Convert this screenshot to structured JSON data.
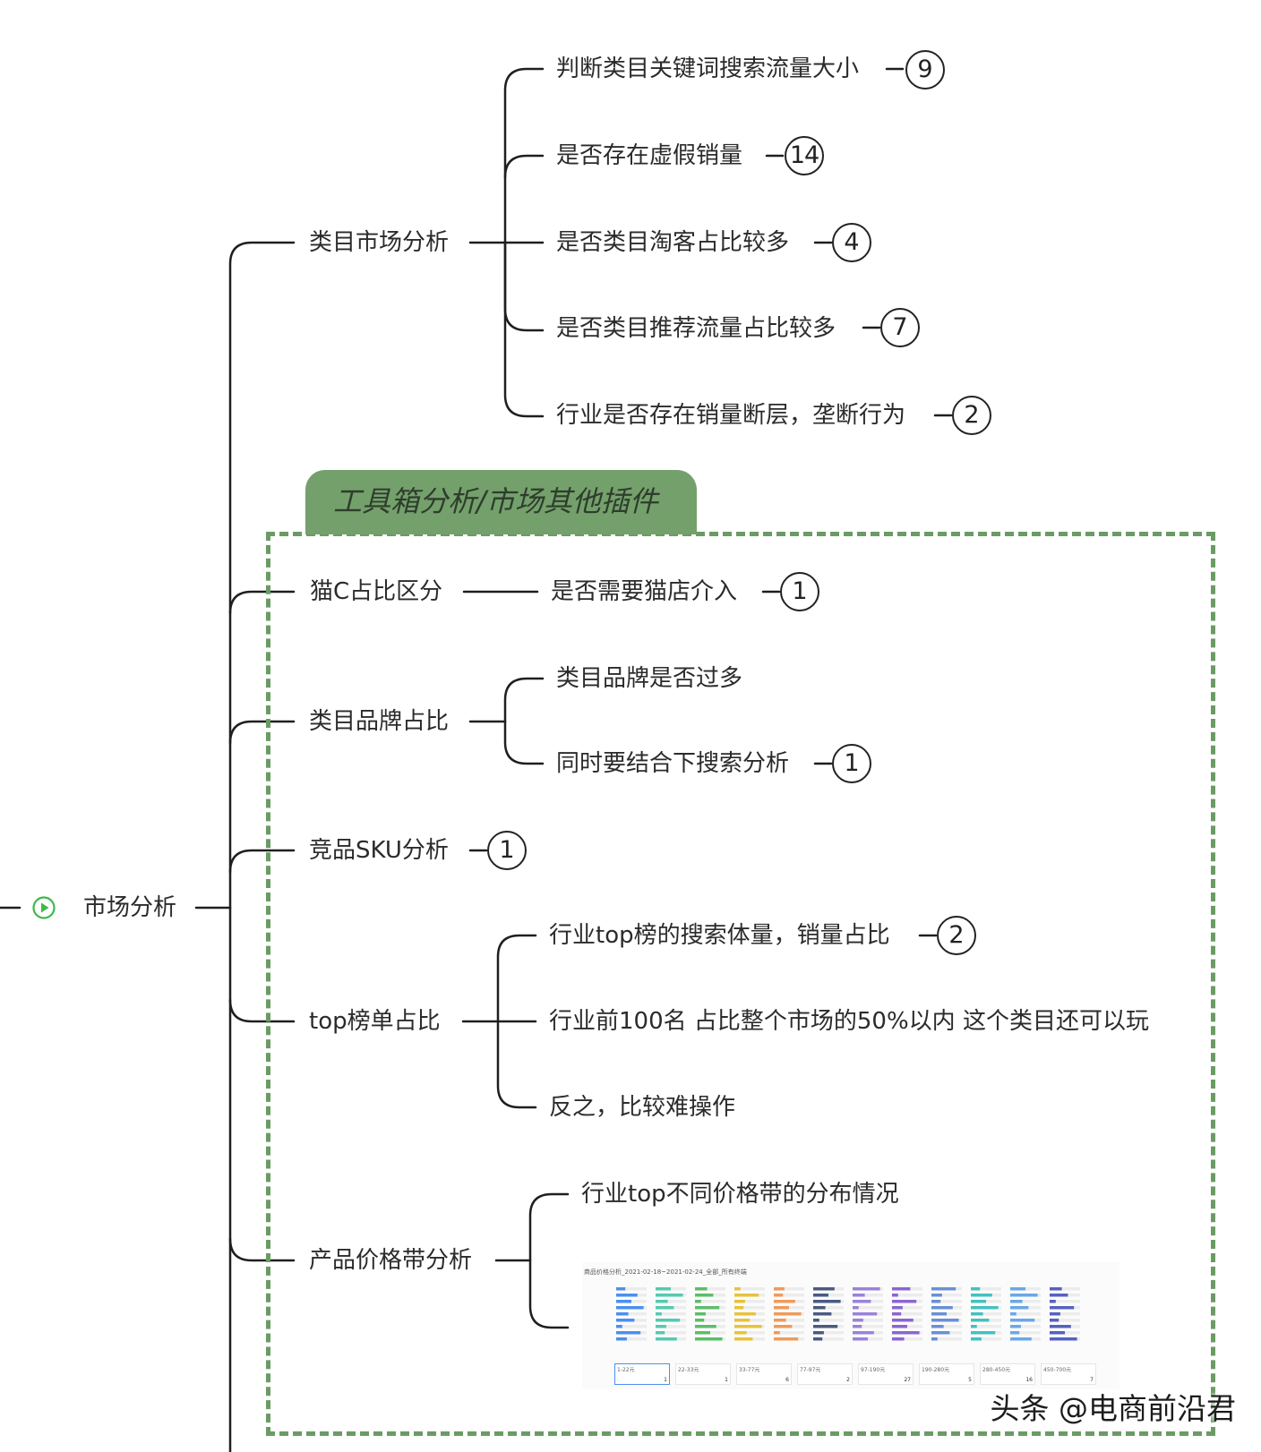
{
  "root": {
    "label": "市场分析",
    "icon": "play-circle-icon",
    "icon_color": "#3dba49"
  },
  "group": {
    "title": "工具箱分析/市场其他插件",
    "color": "#6b9b64"
  },
  "branches": {
    "category_market": {
      "label": "类目市场分析",
      "children": [
        {
          "label": "判断类目关键词搜索流量大小",
          "badge": "9"
        },
        {
          "label": "是否存在虚假销量",
          "badge": "14"
        },
        {
          "label": "是否类目淘客占比较多",
          "badge": "4"
        },
        {
          "label": "是否类目推荐流量占比较多",
          "badge": "7"
        },
        {
          "label": "行业是否存在销量断层，垄断行为",
          "badge": "2"
        }
      ]
    },
    "tmall_ratio": {
      "label": "猫C占比区分",
      "children": [
        {
          "label": "是否需要猫店介入",
          "badge": "1"
        }
      ]
    },
    "brand_ratio": {
      "label": "类目品牌占比",
      "children": [
        {
          "label": "类目品牌是否过多"
        },
        {
          "label": "同时要结合下搜索分析",
          "badge": "1"
        }
      ]
    },
    "sku": {
      "label": "竞品SKU分析",
      "badge": "1"
    },
    "top_list": {
      "label": "top榜单占比",
      "children": [
        {
          "label": "行业top榜的搜索体量，销量占比",
          "badge": "2"
        },
        {
          "label": "行业前100名 占比整个市场的50%以内  这个类目还可以玩"
        },
        {
          "label": "反之，比较难操作"
        }
      ]
    },
    "price_band": {
      "label": "产品价格带分析",
      "children": [
        {
          "label": "行业top不同价格带的分布情况"
        }
      ]
    }
  },
  "embedded_screenshot": {
    "title": "商品价格分析_2021-02-18~2021-02-24_全部_所有终端",
    "price_bands": [
      {
        "range": "1-22元",
        "count": "1"
      },
      {
        "range": "22-33元",
        "count": "1"
      },
      {
        "range": "33-77元",
        "count": "6"
      },
      {
        "range": "77-97元",
        "count": "2"
      },
      {
        "range": "97-190元",
        "count": "27"
      },
      {
        "range": "190-280元",
        "count": "5"
      },
      {
        "range": "280-450元",
        "count": "16"
      },
      {
        "range": "450-700元",
        "count": "7"
      }
    ],
    "column_colors": [
      "#4b8ff0",
      "#56c9b0",
      "#5cbd6a",
      "#e8c23a",
      "#ef9a5a",
      "#4a5a80",
      "#9a83d8",
      "#8c64d2",
      "#6b8fd6",
      "#45c0c0",
      "#6aa7e8",
      "#5561c0"
    ]
  },
  "watermark": "头条 @电商前沿君"
}
